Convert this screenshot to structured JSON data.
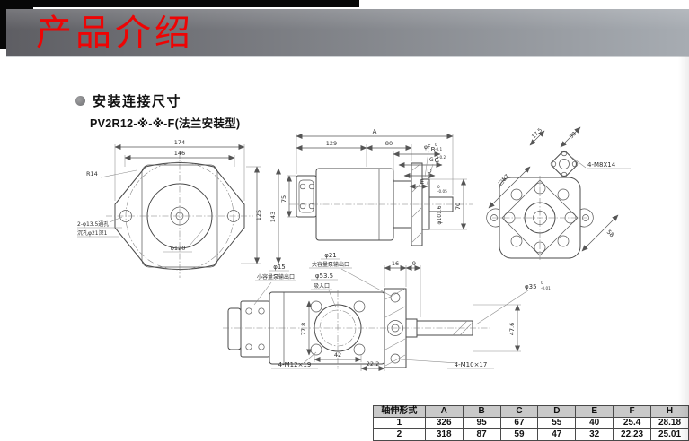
{
  "banner": {
    "title": "产品介绍"
  },
  "section": {
    "title": "安装连接尺寸",
    "model": "PV2R12-※-※-F(法兰安装型)"
  },
  "front": {
    "d174": "174",
    "d146": "146",
    "r14": "R14",
    "d125": "125",
    "phi120": "φ120",
    "note1": "2-φ13.5通孔",
    "note2": "沉孔φ21深1"
  },
  "side": {
    "A": "A",
    "d129": "129",
    "d80": "80",
    "B": "B",
    "C": "C",
    "D": "D",
    "E": "E",
    "d143": "143",
    "d75": "75",
    "phiF": "φF",
    "phiF_tol_top": "0",
    "phiF_tol_bot": "-0.1",
    "G": "G",
    "G_tol_top": "+0.2",
    "G_tol_bot": "0",
    "phi1016": "φ101.6",
    "phi1016_tol_top": "0",
    "phi1016_tol_bot": "-0.05",
    "d70": "70"
  },
  "rear": {
    "sq87": "□87",
    "d175": "17.5",
    "d38": "38",
    "m8": "4-M8X14",
    "d58": "58"
  },
  "bottom": {
    "phi21": "φ21",
    "phi21_label": "大容量泵输出口",
    "phi535": "φ53.5",
    "suction_label": "吸入口",
    "phi15": "φ15",
    "phi15_label": "小容量泵输出口",
    "d16": "16",
    "d9": "9",
    "phi35": "φ35",
    "phi35_tol_top": "0",
    "phi35_tol_bot": "-0.01",
    "d476": "47.6",
    "d778": "77.8",
    "d42": "42",
    "d222": "22.2",
    "m12": "4-M12×19",
    "m10": "4-M10×17"
  },
  "table": {
    "headers": [
      "轴伸形式",
      "A",
      "B",
      "C",
      "D",
      "E",
      "F",
      "H"
    ],
    "rows": [
      [
        "1",
        "326",
        "95",
        "67",
        "55",
        "40",
        "25.4",
        "28.18"
      ],
      [
        "2",
        "318",
        "87",
        "59",
        "47",
        "32",
        "22.23",
        "25.01"
      ]
    ]
  },
  "colors": {
    "accent_red": "#ee0404",
    "banner_dark": "#5e5e63",
    "banner_light": "#a7acb2",
    "table_header_bg": "#c9c9c9"
  }
}
